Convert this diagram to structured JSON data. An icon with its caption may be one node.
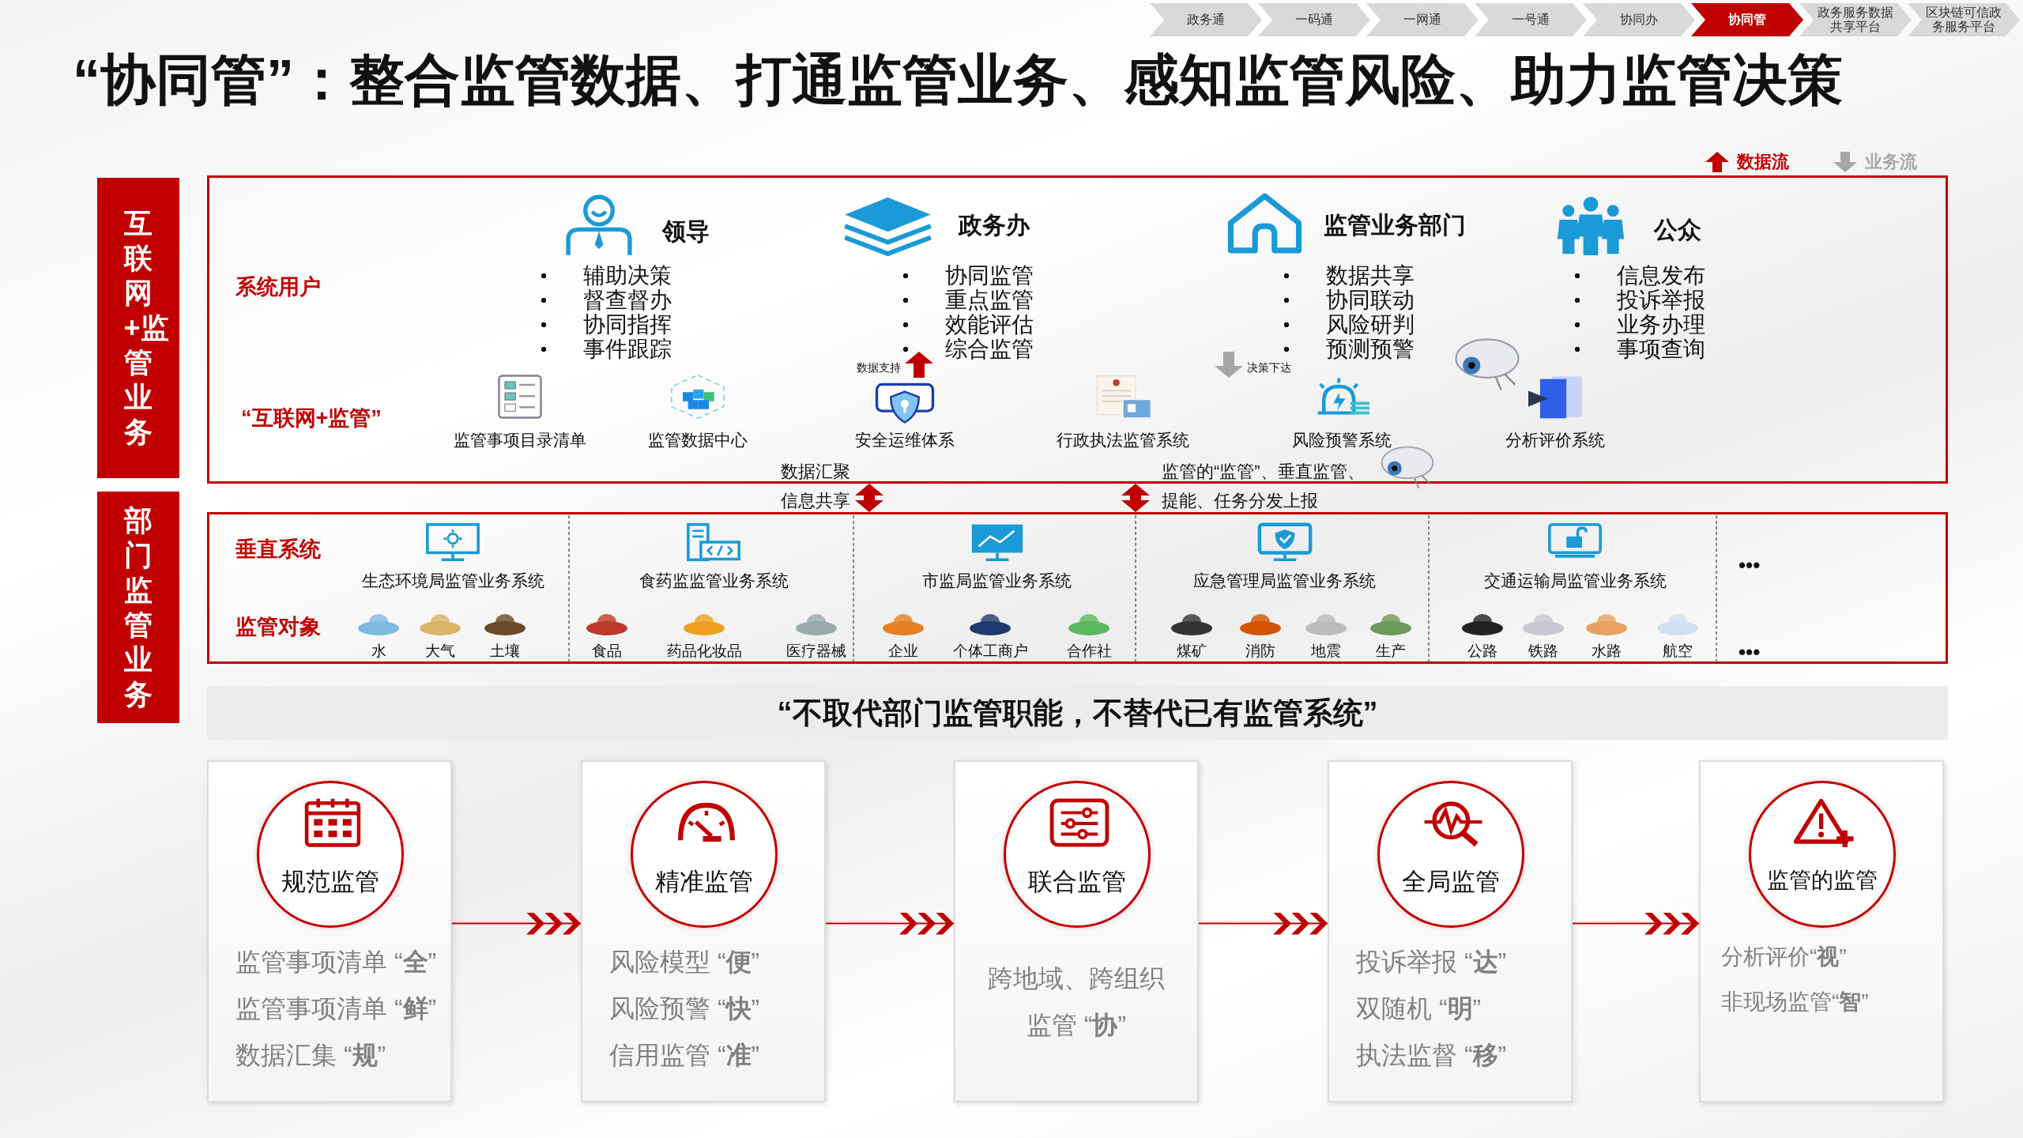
{
  "diagram": {
    "title": "“协同管”：整合监管数据、打通监管业务、感知监管风险、助力监管决策",
    "nodes": [
      {
        "text": [
          "互联网+监管业务"
        ]
      },
      {
        "text": [
          "部门监管业务"
        ]
      },
      {
        "text": [
          "系统用户",
          "“互联网+监管”"
        ]
      },
      {
        "text": [
          "领导",
          "辅助决策",
          "督查督办",
          "协同指挥",
          "事件跟踪"
        ],
        "in": 2
      },
      {
        "text": [
          "政务办",
          "协同监管",
          "重点监管",
          "效能评估",
          "综合监管"
        ],
        "in": 2
      },
      {
        "text": [
          "监管业务部门",
          "数据共享",
          "协同联动",
          "风险研判",
          "预测预警"
        ],
        "in": 2
      },
      {
        "text": [
          "公众",
          "信息发布",
          "投诉举报",
          "业务办理",
          "事项查询"
        ],
        "in": 2
      },
      {
        "text": [
          "监管事项目录清单"
        ],
        "in": 2
      },
      {
        "text": [
          "监管数据中心"
        ],
        "in": 2
      },
      {
        "text": [
          "安全运维体系"
        ],
        "in": 2
      },
      {
        "text": [
          "行政执法监管系统"
        ],
        "in": 2
      },
      {
        "text": [
          "风险预警系统"
        ],
        "in": 2
      },
      {
        "text": [
          "分析评价系统"
        ],
        "in": 2
      },
      {
        "text": [
          "垂直系统",
          "监管对象"
        ]
      },
      {
        "text": [
          "生态环境局监管业务系统",
          "水",
          "大气",
          "土壤"
        ],
        "in": 13
      },
      {
        "text": [
          "食药监监管业务系统",
          "食品",
          "药品化妆品",
          "医疗器械"
        ],
        "in": 13
      },
      {
        "text": [
          "市监局监管业务系统",
          "企业",
          "个体工商户",
          "合作社"
        ],
        "in": 13
      },
      {
        "text": [
          "应急管理局监管业务系统",
          "煤矿",
          "消防",
          "地震",
          "生产"
        ],
        "in": 13
      },
      {
        "text": [
          "交通运输局监管业务系统",
          "公路",
          "铁路",
          "水路",
          "航空"
        ],
        "in": 13
      },
      {
        "text": [
          "“不取代部门监管职能， **不替代**已有监管系统”"
        ]
      },
      {
        "text": [
          "规范监管",
          "监管事项清单 “**全**”",
          "监管事项清单 “**鲜**”",
          "数据汇集 “**规**”"
        ]
      },
      {
        "text": [
          "精准监管",
          "风险模型 “**便**”",
          "风险预警 “**快**”",
          "信用监管 “**准**”"
        ]
      },
      {
        "text": [
          "联合监管",
          "跨地域、跨组织",
          "监管 “**协**”"
        ]
      },
      {
        "text": [
          "全局监管",
          "投诉举报 “**达**”",
          "双随机 “**明**”",
          "执法监督 “**移**”"
        ]
      },
      {
        "text": [
          "监管的监管",
          "分析评价“**视**”",
          "非现场监管“**智**”"
        ]
      }
    ],
    "edges": [
      {
        "from": 2,
        "to": 13,
        "arrow": "both",
        "label": "数据汇聚信息共享"
      },
      {
        "from": 2,
        "to": 13,
        "arrow": "both",
        "label": "监管的“监管”、垂直监管、提能、任务分发上报"
      },
      {
        "from": 9,
        "to": 4,
        "arrow": "to",
        "label": "数据支持"
      },
      {
        "from": 5,
        "to": null,
        "arrow": "to",
        "label": "决策下达",
        "color": "#a6a6a6"
      },
      {
        "from": 20,
        "to": 21,
        "arrow": "to"
      },
      {
        "from": 21,
        "to": 22,
        "arrow": "to"
      },
      {
        "from": 22,
        "to": 23,
        "arrow": "to"
      },
      {
        "from": 23,
        "to": 24,
        "arrow": "to"
      }
    ],
    "labels": [
      "政务通",
      "一码通",
      "一网通",
      "一号通",
      "协同办",
      "协同管",
      "政务服务数据共享平台",
      "区块链可信政务服务平台",
      "•••",
      "•••"
    ],
    "legend": [
      {
        "text": "数据流"
      },
      {
        "text": "业务流"
      }
    ]
  }
}
